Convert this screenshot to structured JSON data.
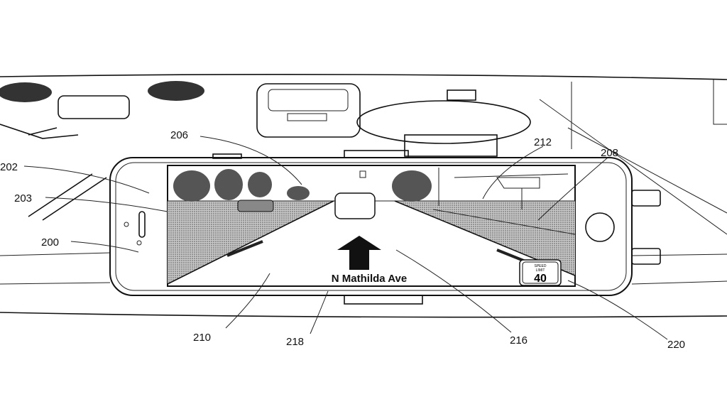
{
  "figure": {
    "labels": {
      "l200": "200",
      "l202": "202",
      "l203": "203",
      "l206": "206",
      "l208": "208",
      "l210": "210",
      "l212": "212",
      "l216": "216",
      "l218": "218",
      "l220": "220"
    },
    "screen": {
      "street_name": "N Mathilda Ave",
      "speed_sign_top": "SPEED",
      "speed_sign_mid": "LIMIT",
      "speed_limit": "40",
      "direction_icon": "arrow-up-icon"
    },
    "colors": {
      "ink": "#111111",
      "stipple": "#9a9a9a"
    }
  }
}
